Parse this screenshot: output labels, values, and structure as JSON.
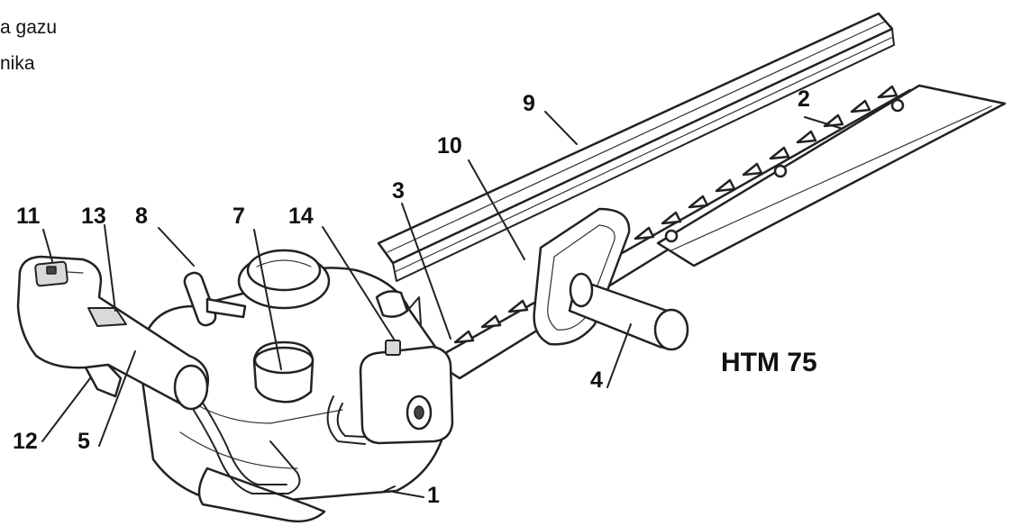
{
  "text_fragments": [
    "a gazu",
    "nika"
  ],
  "model_label": "HTM 75",
  "callouts": {
    "c1": "1",
    "c2": "2",
    "c3": "3",
    "c4": "4",
    "c5": "5",
    "c7": "7",
    "c8": "8",
    "c9": "9",
    "c10": "10",
    "c11": "11",
    "c12": "12",
    "c13": "13",
    "c14": "14"
  },
  "icons": {
    "machine": "hedge-trimmer-illustration"
  }
}
